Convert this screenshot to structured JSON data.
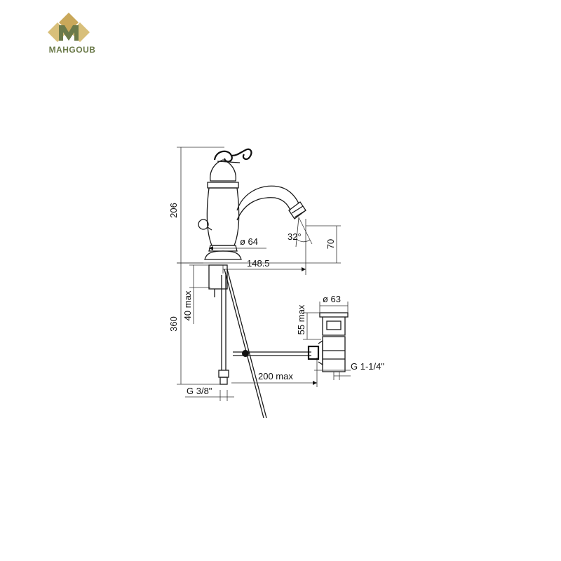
{
  "brand": {
    "name": "MAHGOUB",
    "colors": {
      "green": "#6b7a4a",
      "gold": "#c9a85a",
      "dark_green": "#4f5e36"
    }
  },
  "dimensions": {
    "height_top": "206",
    "body_diameter": "ø 64",
    "spout_reach": "148.5",
    "spout_angle": "32°",
    "spout_height": "70",
    "height_bottom": "360",
    "under_max": "40 max",
    "inlet_thread": "G 3/8\"",
    "rod_max": "200 max",
    "waste_diameter": "ø 63",
    "waste_max": "55 max",
    "waste_thread": "G 1-1/4\""
  }
}
